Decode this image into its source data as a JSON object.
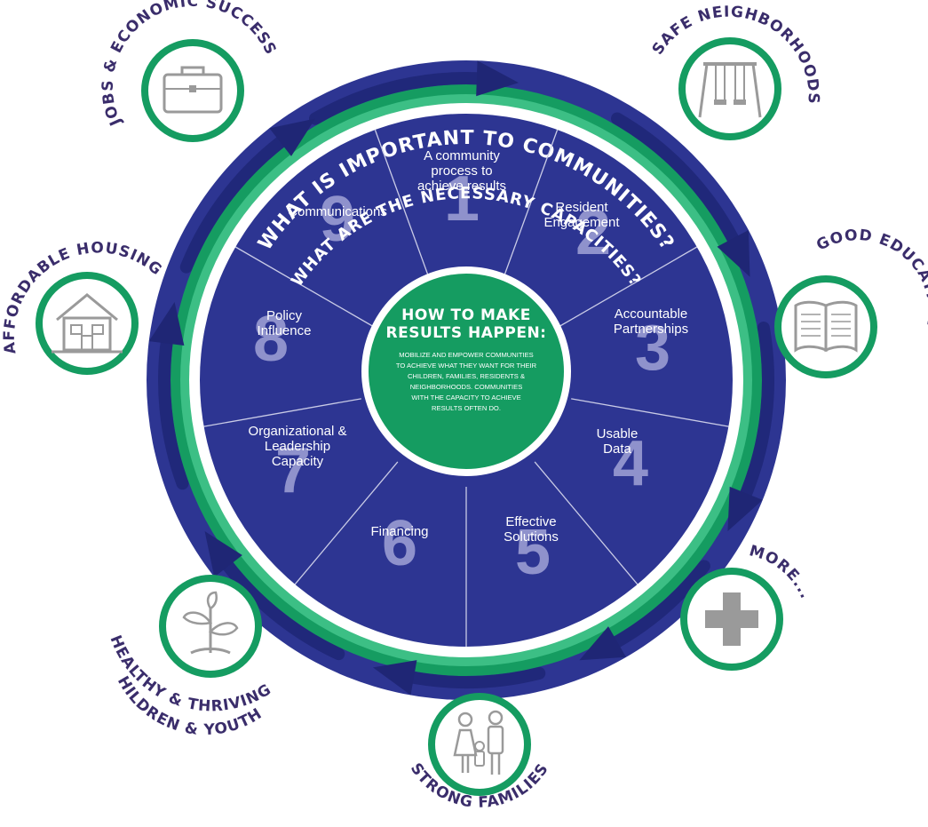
{
  "colors": {
    "navy": "#2d3592",
    "navy_dark": "#262c80",
    "green": "#159c61",
    "green_light": "#3cbf85",
    "white": "#ffffff",
    "segment_number": "#8f92cc",
    "label_purple": "#3a2d6b",
    "icon_gray": "#9a9a9a"
  },
  "outer_ring_text": "WHAT IS IMPORTANT TO  COMMUNITIES?",
  "inner_ring_text": "WHAT ARE THE NECESSARY CAPACITIES?",
  "center": {
    "title_line1": "HOW TO MAKE",
    "title_line2": "RESULTS HAPPEN:",
    "body_lines": [
      "MOBILIZE AND EMPOWER COMMUNITIES",
      "TO ACHIEVE WHAT THEY WANT FOR THEIR",
      "CHILDREN, FAMILIES, RESIDENTS &",
      "NEIGHBORHOODS. COMMUNITIES",
      "WITH THE CAPACITY TO ACHIEVE",
      "RESULTS OFTEN DO."
    ]
  },
  "capacities": [
    {
      "number": "1",
      "lines": [
        "A community",
        "process to",
        "achieve results"
      ]
    },
    {
      "number": "2",
      "lines": [
        "Resident",
        "Engagement"
      ]
    },
    {
      "number": "3",
      "lines": [
        "Accountable",
        "Partnerships"
      ]
    },
    {
      "number": "4",
      "lines": [
        "Usable",
        "Data"
      ]
    },
    {
      "number": "5",
      "lines": [
        "Effective",
        "Solutions"
      ]
    },
    {
      "number": "6",
      "lines": [
        "Financing"
      ]
    },
    {
      "number": "7",
      "lines": [
        "Organizational &",
        "Leadership",
        "Capacity"
      ]
    },
    {
      "number": "8",
      "lines": [
        "Policy",
        "Influence"
      ]
    },
    {
      "number": "9",
      "lines": [
        "Communications"
      ]
    }
  ],
  "outcomes": [
    {
      "label": "JOBS & ECONOMIC SUCCESS",
      "icon": "briefcase-icon"
    },
    {
      "label": "SAFE NEIGHBORHOODS",
      "icon": "swing-icon"
    },
    {
      "label": "GOOD EDUCATION",
      "icon": "book-icon"
    },
    {
      "label": "MORE...",
      "icon": "plus-icon"
    },
    {
      "label": "STRONG FAMILIES",
      "icon": "family-icon"
    },
    {
      "label": "HEALTHY & THRIVING",
      "label2": "CHILDREN & YOUTH",
      "icon": "plant-icon"
    },
    {
      "label": "AFFORDABLE HOUSING",
      "icon": "house-icon"
    }
  ]
}
